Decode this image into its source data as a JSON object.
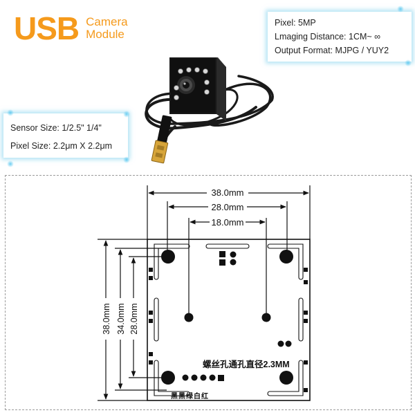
{
  "header": {
    "logo_main": "USB",
    "logo_sub_line1": "Camera",
    "logo_sub_line2": "Module"
  },
  "specs_right": [
    "Pixel: 5MP",
    "Lmaging Distance: 1CM~ ∞",
    "Output Format: MJPG / YUY2"
  ],
  "specs_left": [
    "Sensor Size: 1/2.5\"  1/4\"",
    "Pixel Size: 2.2μm X 2.2μm"
  ],
  "drawing": {
    "dim_top_38": "38.0mm",
    "dim_top_28": "28.0mm",
    "dim_top_18": "18.0mm",
    "dim_left_38": "38.0mm",
    "dim_left_34": "34.0mm",
    "dim_left_28": "28.0mm",
    "note": "螺丝孔通孔直径2.3MM",
    "wires": "黑黑绿白红"
  },
  "colors": {
    "logo_orange": "#f59a1c",
    "box_glow": "#78cdeb"
  }
}
